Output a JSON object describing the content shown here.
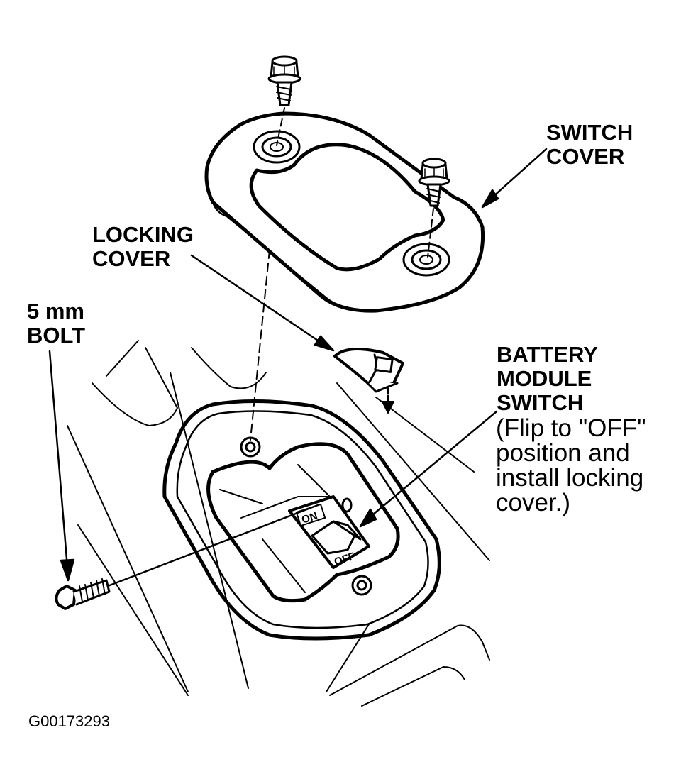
{
  "labels": {
    "switch_cover": [
      "SWITCH",
      "COVER"
    ],
    "locking_cover": [
      "LOCKING",
      "COVER"
    ],
    "bolt": [
      "5 mm",
      "BOLT"
    ],
    "battery_switch": [
      "BATTERY",
      "MODULE",
      "SWITCH"
    ],
    "battery_note": [
      "(Flip to \"OFF\"",
      "position and",
      "install locking",
      "cover.)"
    ],
    "switch_on": "ON",
    "switch_off": "OFF"
  },
  "figure_id": "G00173293",
  "colors": {
    "ink": "#000000",
    "paper": "#ffffff"
  }
}
